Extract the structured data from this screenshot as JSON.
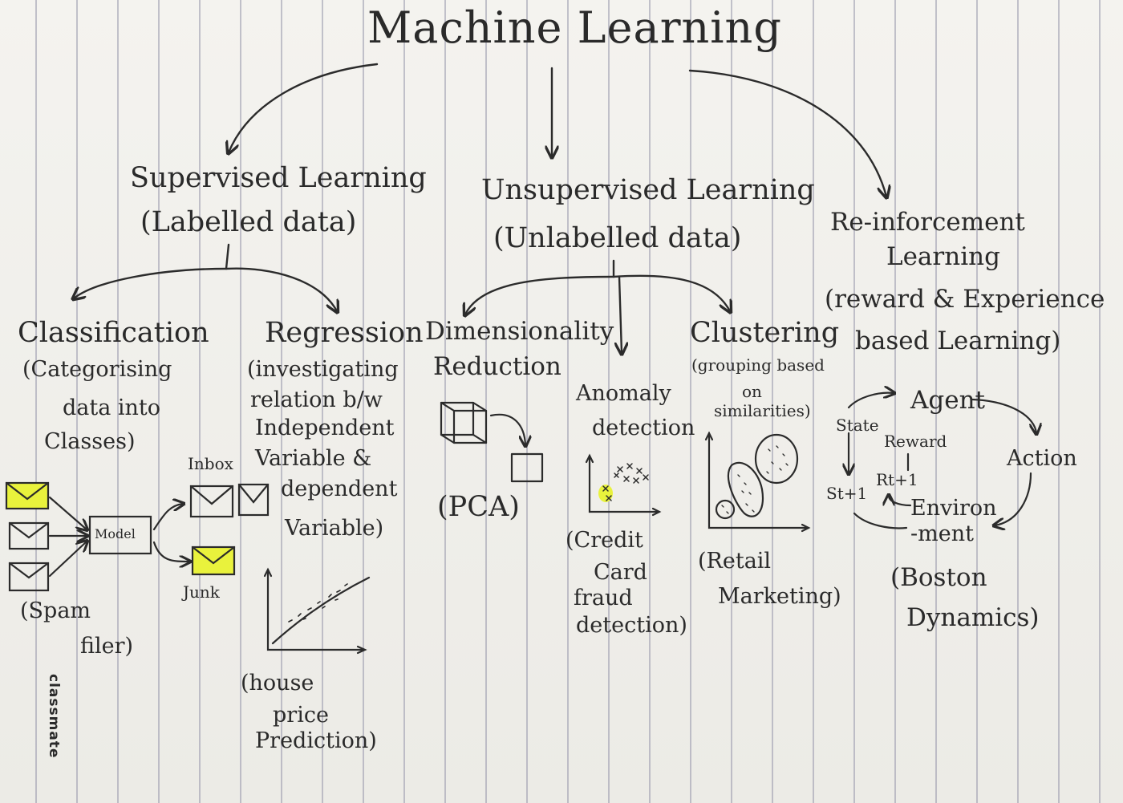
{
  "title": "Machine Learning",
  "branches": {
    "supervised": {
      "name": "Supervised Learning",
      "note": "(Labelled data)",
      "classification": {
        "name": "Classification",
        "desc_lines": [
          "(Categorising",
          "data into",
          "Classes)"
        ],
        "example_lines": [
          "(Spam",
          "filer)"
        ],
        "model_label": "Model",
        "inbox_label": "Inbox",
        "junk_label": "Junk"
      },
      "regression": {
        "name": "Regression",
        "desc_lines": [
          "(investigating",
          "relation b/w",
          "Independent",
          "Variable &",
          "dependent",
          "Variable)"
        ],
        "example_lines": [
          "(house",
          "price",
          "Prediction)"
        ]
      }
    },
    "unsupervised": {
      "name": "Unsupervised Learning",
      "note": "(Unlabelled data)",
      "dimensionality": {
        "name_lines": [
          "Dimensionality",
          "Reduction"
        ],
        "example": "(PCA)"
      },
      "anomaly": {
        "name_lines": [
          "Anomaly",
          "detection"
        ],
        "example_lines": [
          "(Credit",
          "Card",
          "fraud",
          "detection)"
        ]
      },
      "clustering": {
        "name": "Clustering",
        "desc_lines": [
          "(grouping based",
          "on",
          "similarities)"
        ],
        "example_lines": [
          "(Retail",
          "Marketing)"
        ]
      }
    },
    "reinforcement": {
      "name_lines": [
        "Re-inforcement",
        "Learning"
      ],
      "note_lines": [
        "(reward & Experience",
        "based Learning)"
      ],
      "cycle": {
        "agent": "Agent",
        "action": "Action",
        "environment_lines": [
          "Environ",
          "-ment"
        ],
        "state": "State",
        "reward": "Reward",
        "rt1": "Rt+1",
        "st1": "St+1"
      },
      "example_lines": [
        "(Boston",
        "Dynamics)"
      ]
    }
  },
  "brand": "classmate",
  "colors": {
    "ink": "#2b2b2b",
    "highlight": "#e9f23c",
    "paper": "#f1f0ec",
    "rule": "#9696aa"
  }
}
